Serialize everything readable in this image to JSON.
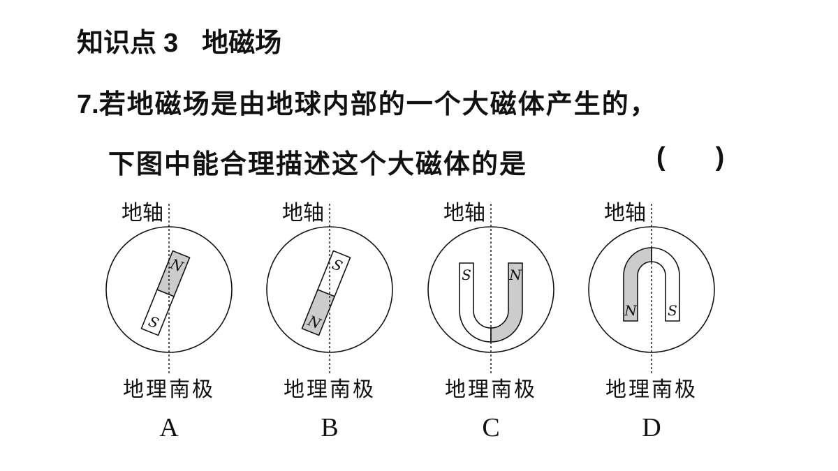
{
  "section": {
    "label": "知识点",
    "number": "3",
    "title": "地磁场"
  },
  "question": {
    "number": "7.",
    "line1": "若地磁场是由地球内部的一个大磁体产生的，",
    "line2": "下图中能合理描述这个大磁体的是",
    "paren_open": "(",
    "paren_close": ")"
  },
  "options": [
    {
      "letter": "A",
      "axis_label": "地轴",
      "pole_label": "地理南极",
      "magnet": "bar",
      "poles": [
        "N",
        "S"
      ]
    },
    {
      "letter": "B",
      "axis_label": "地轴",
      "pole_label": "地理南极",
      "magnet": "bar",
      "poles": [
        "S",
        "N"
      ]
    },
    {
      "letter": "C",
      "axis_label": "地轴",
      "pole_label": "地理南极",
      "magnet": "u-shape",
      "poles": [
        "S",
        "N"
      ]
    },
    {
      "letter": "D",
      "axis_label": "地轴",
      "pole_label": "地理南极",
      "magnet": "arch",
      "poles": [
        "N",
        "S"
      ]
    }
  ],
  "colors": {
    "ink": "#111111",
    "shade": "#cccccc"
  }
}
